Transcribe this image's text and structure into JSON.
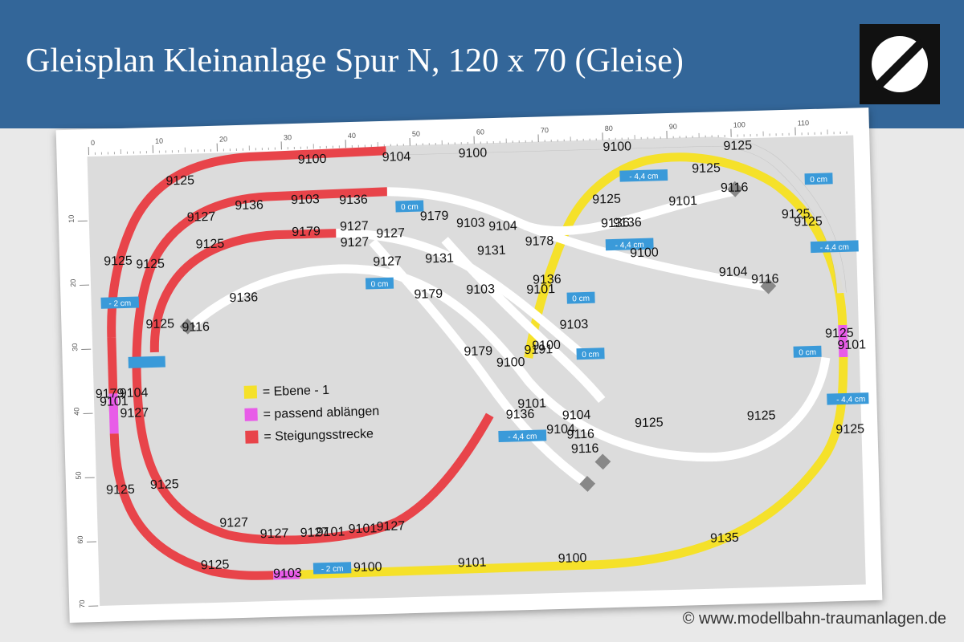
{
  "header": {
    "title": "Gleisplan Kleinanlage Spur N, 120 x 70 (Gleise)",
    "logo_icon": "brand-logo-slash-circle-icon"
  },
  "ruler": {
    "top": [
      "0",
      "10",
      "20",
      "30",
      "40",
      "50",
      "60",
      "70",
      "80",
      "90",
      "100",
      "110"
    ],
    "left": [
      "10",
      "20",
      "30",
      "40",
      "50",
      "60",
      "70"
    ]
  },
  "legend": [
    {
      "label": "= Ebene  - 1",
      "color": "#f5e12a"
    },
    {
      "label": "= passend ablängen",
      "color": "#e85ce8"
    },
    {
      "label": "= Steigungsstrecke",
      "color": "#e8444a"
    }
  ],
  "level_tags": [
    "0 cm",
    "0 cm",
    "0 cm",
    "0 cm",
    "0 cm",
    "0 cm",
    "- 4,4 cm",
    "- 4,4 cm",
    "- 4,4 cm",
    "- 4,4 cm",
    "- 4,4 cm",
    "- 2 cm",
    "- 2 cm"
  ],
  "track_labels": [
    "9100",
    "9104",
    "9100",
    "9100",
    "9125",
    "9125",
    "9125",
    "9127",
    "9136",
    "9103",
    "9136",
    "0 cm",
    "9179",
    "9103",
    "9104",
    "9136",
    "9101",
    "9116",
    "9125",
    "9179",
    "9127",
    "9127",
    "9127",
    "9178",
    "9125",
    "9131",
    "9127",
    "9131",
    "9100",
    "9125",
    "9125",
    "9125",
    "9125",
    "9136",
    "9101",
    "9104",
    "9116",
    "9125",
    "9136",
    "9179",
    "9103",
    "9116",
    "9136",
    "9179",
    "9100",
    "9191",
    "9100",
    "9103",
    "9125",
    "9101",
    "9179",
    "9104",
    "9101",
    "9127",
    "9101",
    "9136",
    "9104",
    "9104",
    "9116",
    "9116",
    "9125",
    "9125",
    "9125",
    "9125",
    "9125",
    "9127",
    "9127",
    "9127",
    "9101",
    "9101",
    "9127",
    "9125",
    "9103",
    "9100",
    "9101",
    "9100",
    "9135"
  ],
  "copyright": "© www.modellbahn-traumanlagen.de"
}
